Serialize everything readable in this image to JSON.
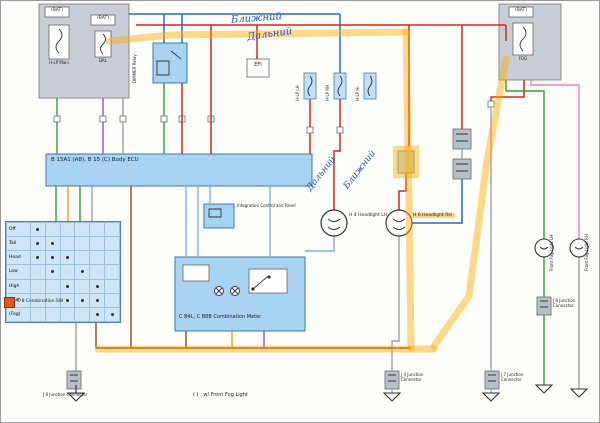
{
  "diagram": {
    "note_bottom": "( ) : w/ Front Fog Light"
  },
  "handwriting": {
    "top_line1": "Ближний",
    "top_line2": "Дальний",
    "mid_line1": "Дальний",
    "mid_line2": "Ближний"
  },
  "left_panel": {
    "bat1": "(BAT)",
    "bat2": "(BAT)",
    "fuse_main": "H-LP Main",
    "fuse_drl": "DRL"
  },
  "right_panel": {
    "bat": "(BAT)",
    "fuse": "FOG"
  },
  "fuses": {
    "f1": "H-LP LH",
    "f2": "H-LP RH",
    "f3": "H-LP Hi"
  },
  "components": {
    "body_ecu": "B 15A1 (A8), B 15 (C)  Body ECU",
    "dimmer_relay": "DIMMER Relay",
    "integration": "Integration Control and Panel",
    "combination_meter": "C B4L, C B8B  Combination Meter",
    "combination_sw": "C 8 Combination SW",
    "efi": "EFI",
    "headlight_lh": "H 4 Headlight LH",
    "headlight_rh": "H 6 Headlight RH",
    "fog_lh": "Front Fog Light LH",
    "fog_rh": "Front Fog Light RH",
    "jc1": "J 8 Junction Connector",
    "jc2": "J 4 Junction Connector",
    "jc3": "J 7 Junction Connector",
    "jc4": "J 6 Junction Connector"
  },
  "sw_table": {
    "rows": [
      "Off",
      "Tail",
      "Head",
      "Low",
      "High",
      "Flash",
      "(Fog)"
    ]
  },
  "colors": {
    "panel_gray": "#c9cdd6",
    "box_blue": "#a9d3f2",
    "fuse_blue": "#bfe0f5",
    "wire_red": "#cc2a1e",
    "wire_blue": "#1d6fd1",
    "wire_lightblue": "#79b4e6",
    "wire_green": "#2e9e3a",
    "wire_yellow": "#d4af00",
    "wire_violet": "#8a56c8",
    "wire_gray": "#98a0a8",
    "wire_pink": "#ef7fb5",
    "wire_brown": "#8a4a22",
    "black": "#333333",
    "highlight": "rgba(255,170,0,0.45)"
  }
}
